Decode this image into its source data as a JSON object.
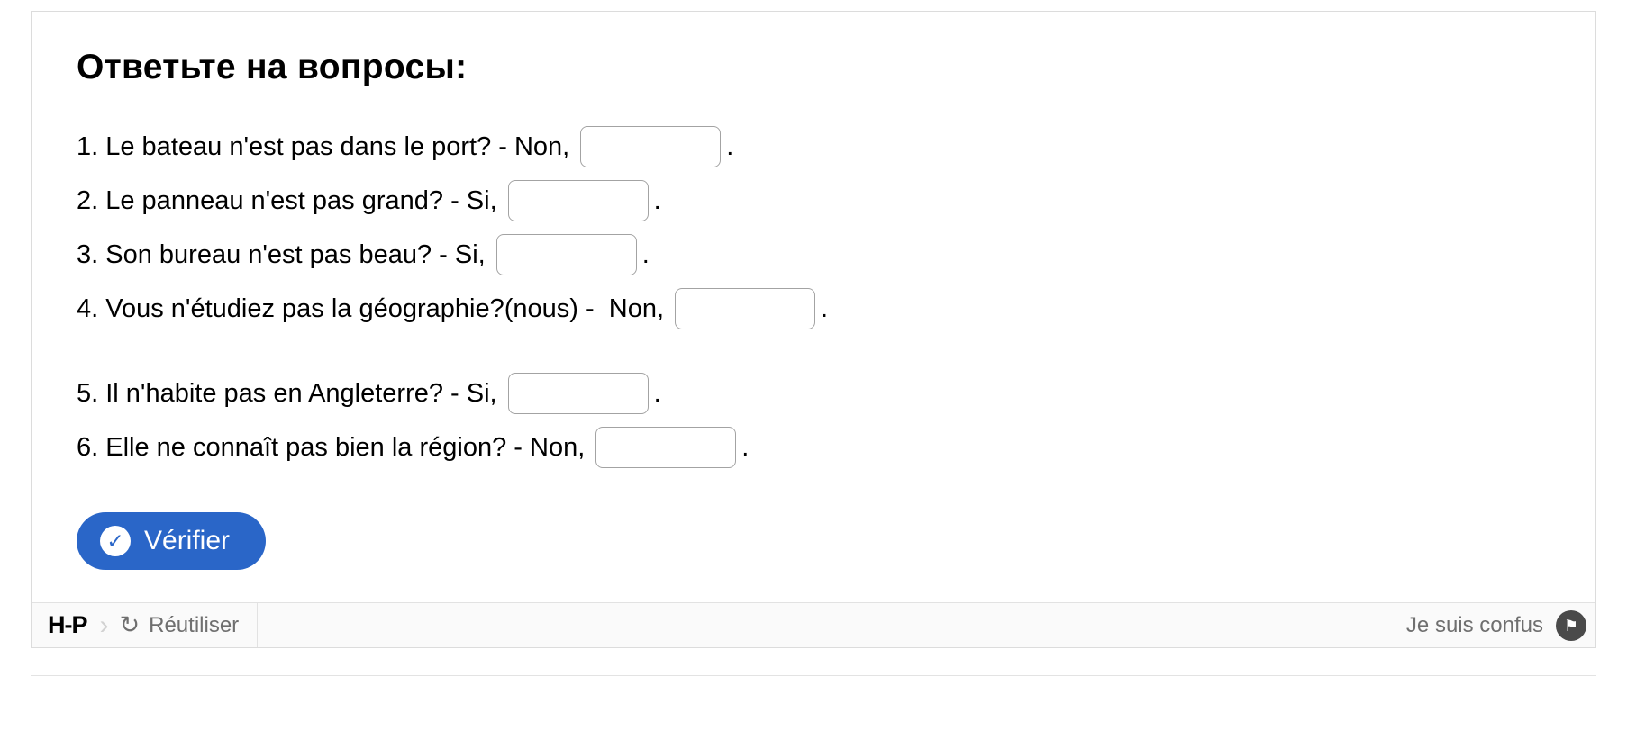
{
  "title": "Ответьте на вопросы:",
  "questions": [
    {
      "text": "1. Le bateau n'est pas dans le port? - Non,",
      "suffix": "."
    },
    {
      "text": "2. Le panneau n'est pas grand? - Si,",
      "suffix": "."
    },
    {
      "text": "3. Son bureau n'est pas beau? - Si,",
      "suffix": "."
    },
    {
      "text": "4. Vous n'étudiez pas la géographie?(nous) -  Non,",
      "suffix": "."
    },
    {
      "text": "5. Il n'habite pas en Angleterre? - Si,",
      "suffix": "."
    },
    {
      "text": "6. Elle ne connaît pas bien la région? - Non,",
      "suffix": "."
    }
  ],
  "inputs": {
    "value": "",
    "placeholder": ""
  },
  "check_button": {
    "label": "Vérifier"
  },
  "footer": {
    "logo_text": "H-P",
    "logo_chevron": "›",
    "reuse_label": "Réutiliser",
    "confused_label": "Je suis confus"
  },
  "icons": {
    "check": "✓",
    "refresh": "↻",
    "flag": "⚑"
  },
  "colors": {
    "accent_blue": "#2a66c8",
    "frame_border": "#dcdcdc",
    "input_border": "#a3a3a3",
    "footer_bg": "#fafafa",
    "footer_text": "#6f6f6f",
    "flag_circle": "#4a4a4a"
  }
}
